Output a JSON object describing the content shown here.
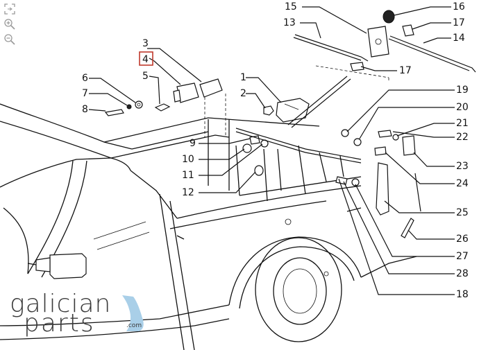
{
  "toolbar": {
    "fullscreen_icon": "fullscreen-icon",
    "zoom_in_icon": "zoom-in-icon",
    "zoom_out_icon": "zoom-out-icon"
  },
  "callouts": [
    "1",
    "2",
    "3",
    "4",
    "5",
    "6",
    "7",
    "8",
    "9",
    "10",
    "11",
    "12",
    "13",
    "14",
    "15",
    "16",
    "17",
    "17",
    "18",
    "19",
    "20",
    "21",
    "22",
    "23",
    "24",
    "25",
    "26",
    "27",
    "28"
  ],
  "highlighted_callout": "4",
  "highlight_color": "#c0392b",
  "brand": {
    "name_line1": "galician",
    "name_line2": "parts",
    "suffix": ".com",
    "accent_color": "#a9cfe8"
  }
}
